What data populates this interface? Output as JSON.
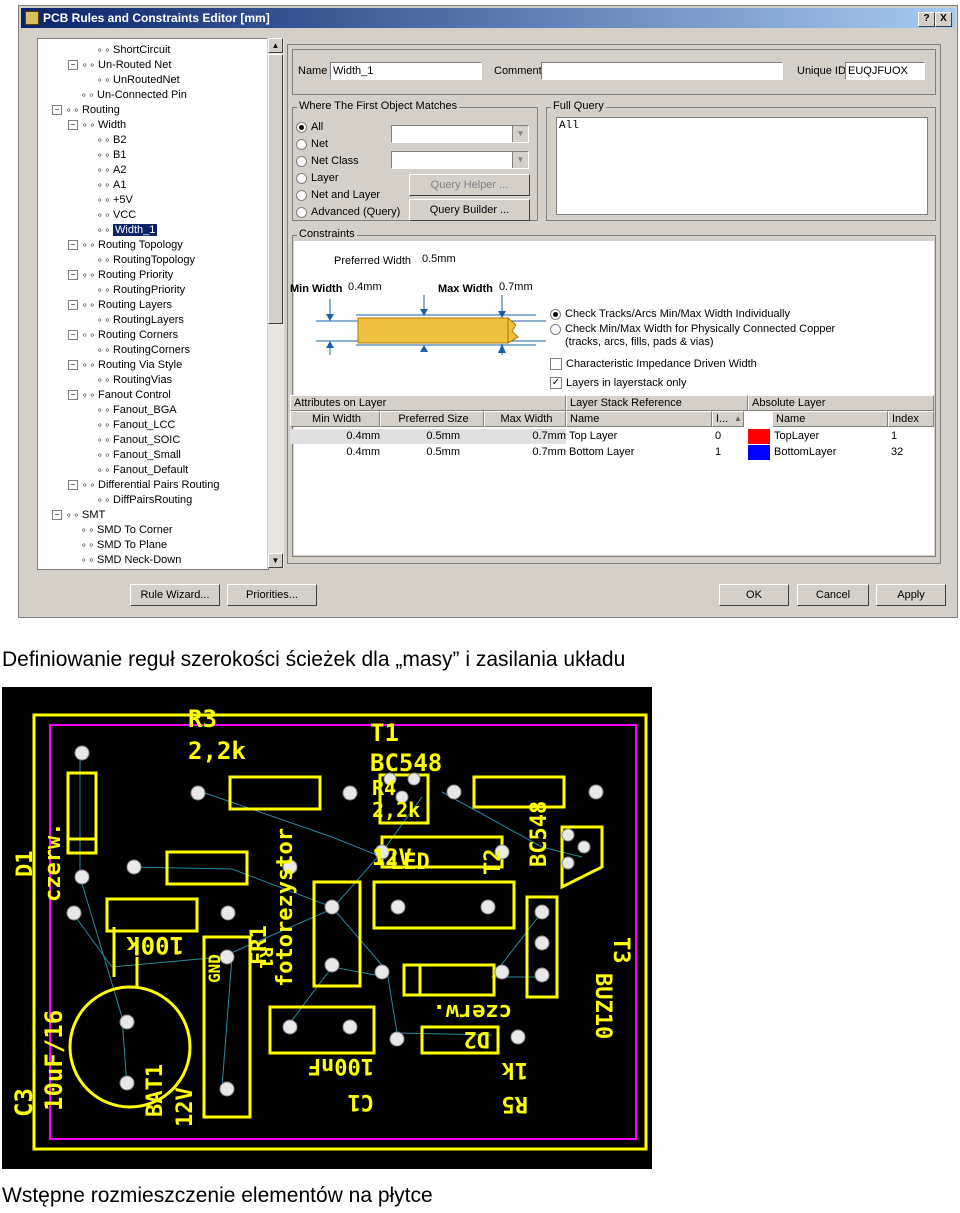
{
  "dialog": {
    "title": "PCB Rules and Constraints Editor [mm]",
    "help_btn": "?",
    "close_btn": "X"
  },
  "tree": [
    {
      "label": "ShortCircuit",
      "lv": 3
    },
    {
      "label": "Un-Routed Net",
      "lv": 2,
      "exp": "-"
    },
    {
      "label": "UnRoutedNet",
      "lv": 3
    },
    {
      "label": "Un-Connected Pin",
      "lv": 2
    },
    {
      "label": "Routing",
      "lv": 1,
      "exp": "-"
    },
    {
      "label": "Width",
      "lv": 2,
      "exp": "-"
    },
    {
      "label": "B2",
      "lv": 3
    },
    {
      "label": "B1",
      "lv": 3
    },
    {
      "label": "A2",
      "lv": 3
    },
    {
      "label": "A1",
      "lv": 3
    },
    {
      "label": "+5V",
      "lv": 3
    },
    {
      "label": "VCC",
      "lv": 3
    },
    {
      "label": "Width_1",
      "lv": 3,
      "sel": true
    },
    {
      "label": "Routing Topology",
      "lv": 2,
      "exp": "-"
    },
    {
      "label": "RoutingTopology",
      "lv": 3
    },
    {
      "label": "Routing Priority",
      "lv": 2,
      "exp": "-"
    },
    {
      "label": "RoutingPriority",
      "lv": 3
    },
    {
      "label": "Routing Layers",
      "lv": 2,
      "exp": "-"
    },
    {
      "label": "RoutingLayers",
      "lv": 3
    },
    {
      "label": "Routing Corners",
      "lv": 2,
      "exp": "-"
    },
    {
      "label": "RoutingCorners",
      "lv": 3
    },
    {
      "label": "Routing Via Style",
      "lv": 2,
      "exp": "-"
    },
    {
      "label": "RoutingVias",
      "lv": 3
    },
    {
      "label": "Fanout Control",
      "lv": 2,
      "exp": "-"
    },
    {
      "label": "Fanout_BGA",
      "lv": 3
    },
    {
      "label": "Fanout_LCC",
      "lv": 3
    },
    {
      "label": "Fanout_SOIC",
      "lv": 3
    },
    {
      "label": "Fanout_Small",
      "lv": 3
    },
    {
      "label": "Fanout_Default",
      "lv": 3
    },
    {
      "label": "Differential Pairs Routing",
      "lv": 2,
      "exp": "-"
    },
    {
      "label": "DiffPairsRouting",
      "lv": 3
    },
    {
      "label": "SMT",
      "lv": 1,
      "exp": "-"
    },
    {
      "label": "SMD To Corner",
      "lv": 2
    },
    {
      "label": "SMD To Plane",
      "lv": 2
    },
    {
      "label": "SMD Neck-Down",
      "lv": 2
    }
  ],
  "header": {
    "name_label": "Name",
    "name_value": "Width_1",
    "comment_label": "Comment",
    "comment_value": "",
    "uid_label": "Unique ID",
    "uid_value": "EUQJFUOX"
  },
  "where": {
    "title": "Where The First Object Matches",
    "options": [
      "All",
      "Net",
      "Net Class",
      "Layer",
      "Net and Layer",
      "Advanced (Query)"
    ],
    "query_helper": "Query Helper ...",
    "query_builder": "Query Builder ..."
  },
  "full_query": {
    "title": "Full Query",
    "text": "All"
  },
  "constraints": {
    "title": "Constraints",
    "preferred_label": "Preferred Width",
    "preferred_value": "0.5mm",
    "min_label": "Min Width",
    "min_value": "0.4mm",
    "max_label": "Max Width",
    "max_value": "0.7mm",
    "opt1": "Check Tracks/Arcs Min/Max Width Individually",
    "opt2a": "Check Min/Max Width for Physically Connected Copper",
    "opt2b": "(tracks, arcs, fills, pads & vias)",
    "chk1": "Characteristic Impedance Driven Width",
    "chk2": "Layers in layerstack only"
  },
  "grid": {
    "groups": [
      "Attributes on Layer",
      "Layer Stack Reference",
      "Absolute Layer"
    ],
    "cols": [
      "Min Width",
      "Preferred Size",
      "Max Width",
      "Name",
      "I...",
      "Name",
      "Index"
    ],
    "sort_glyph": "▲",
    "rows": [
      {
        "min": "0.4mm",
        "pref": "0.5mm",
        "max": "0.7mm",
        "name": "Top Layer",
        "i": "0",
        "color": "#ff0000",
        "abs": "TopLayer",
        "idx": "1"
      },
      {
        "min": "0.4mm",
        "pref": "0.5mm",
        "max": "0.7mm",
        "name": "Bottom Layer",
        "i": "1",
        "color": "#0000ff",
        "abs": "BottomLayer",
        "idx": "32"
      }
    ]
  },
  "buttons": {
    "rule_wizard": "Rule Wizard...",
    "priorities": "Priorities...",
    "ok": "OK",
    "cancel": "Cancel",
    "apply": "Apply"
  },
  "caption1": "Definiowanie reguł szerokości ścieżek dla „masy” i zasilania układu",
  "caption2": "Wstępne rozmieszczenie elementów na płytce",
  "pcb": {
    "labels": [
      "R3",
      "2,2k",
      "T1",
      "BC548",
      "R4",
      "2,2k",
      "12V",
      "T2",
      "BC548",
      "BUZ10",
      "T3",
      "D1",
      "czerw.",
      "100k",
      "R1",
      "fotorezystor",
      "FR1",
      "GND",
      "LED",
      "10uF/16",
      "C3",
      "BAT1",
      "12V",
      "100nF",
      "C1",
      "1k",
      "R5",
      "D2",
      "czerw."
    ]
  }
}
